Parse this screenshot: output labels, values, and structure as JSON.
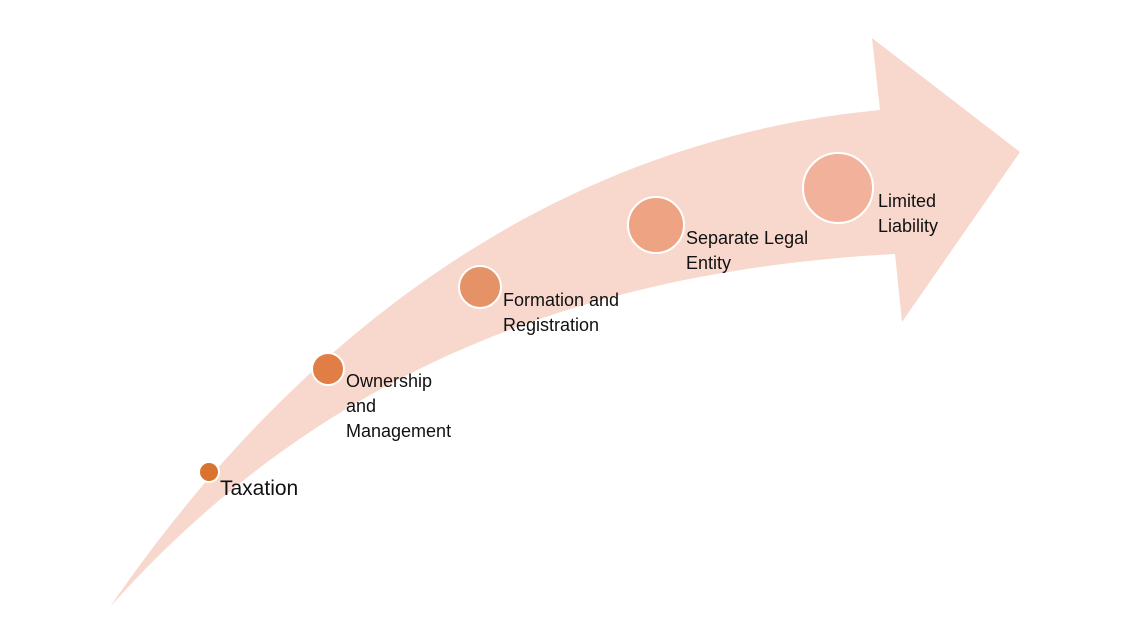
{
  "diagram": {
    "colors": {
      "arrow_fill": "#f8d8cd",
      "background": "#ffffff",
      "text": "#111111"
    },
    "steps": [
      {
        "lines": [
          "Taxation"
        ],
        "color": "#d9732f"
      },
      {
        "lines": [
          "Ownership",
          "and",
          "Management"
        ],
        "color": "#e07e45"
      },
      {
        "lines": [
          "Formation and",
          "Registration"
        ],
        "color": "#e59267"
      },
      {
        "lines": [
          "Separate Legal",
          "Entity"
        ],
        "color": "#eea383"
      },
      {
        "lines": [
          "Limited",
          "Liability"
        ],
        "color": "#f2b19b"
      }
    ]
  }
}
